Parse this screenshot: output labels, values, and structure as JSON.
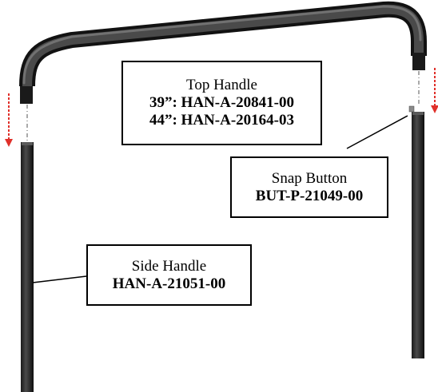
{
  "labels": {
    "top_handle": {
      "title": "Top Handle",
      "parts": [
        "39”: HAN-A-20841-00",
        "44”: HAN-A-20164-03"
      ]
    },
    "snap_button": {
      "title": "Snap Button",
      "part": "BUT-P-21049-00"
    },
    "side_handle": {
      "title": "Side Handle",
      "part": "HAN-A-21051-00"
    }
  },
  "colors": {
    "handle": "#2a2a2a",
    "arrow": "#e0302a",
    "leader": "#000000"
  },
  "icons": {
    "assembly_arrow": "dashed-down-arrow-icon"
  }
}
